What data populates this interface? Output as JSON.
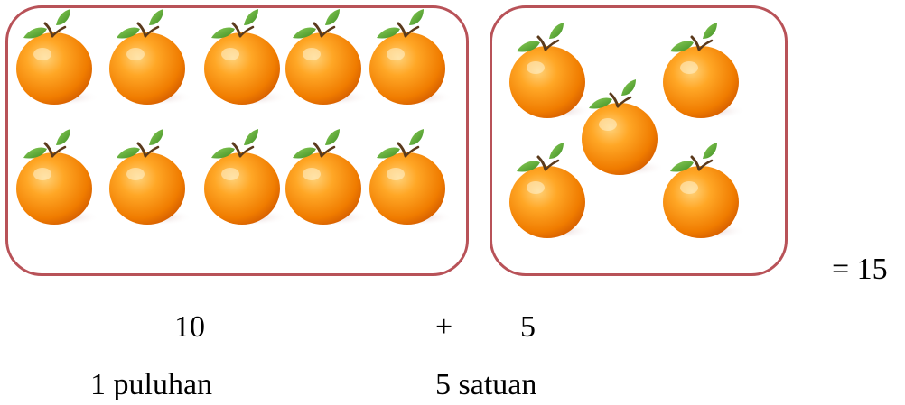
{
  "groups": {
    "tens": {
      "count": 10
    },
    "ones": {
      "count": 5
    }
  },
  "equation": {
    "total_text": "= 15",
    "tens_value": "10",
    "operator": "+",
    "ones_value": "5",
    "tens_label": "1 puluhan",
    "ones_label": "5 satuan"
  },
  "colors": {
    "box_border": "#b85258",
    "orange": "#f7941d",
    "leaf": "#5aa832"
  },
  "icons": [
    "orange-icon"
  ]
}
